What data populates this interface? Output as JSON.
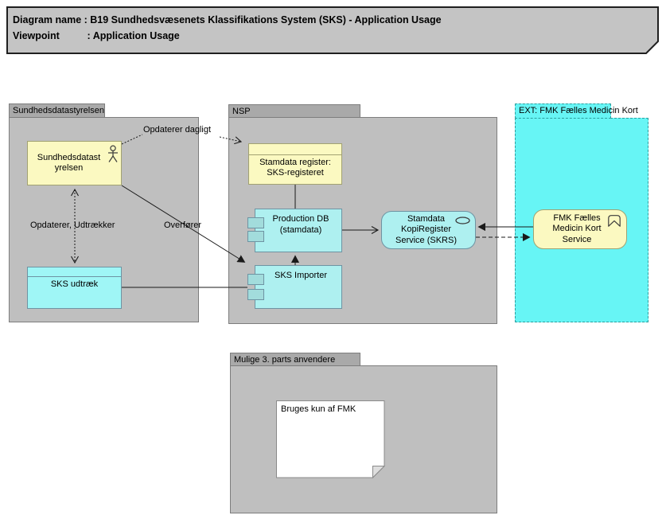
{
  "title_box": {
    "line1": "Diagram name : B19 Sundhedsvæsenets Klassifikations System (SKS) - Application Usage",
    "line2": "Viewpoint          : Application Usage"
  },
  "groups": {
    "sundhedsdatastyrelsen": {
      "label": "Sundhedsdatastyrelsen"
    },
    "nsp": {
      "label": "NSP"
    },
    "ext_fmk": {
      "label": "EXT: FMK Fælles Medicin Kort"
    },
    "mulige_3_parts": {
      "label": "Mulige 3. parts anvendere"
    }
  },
  "nodes": {
    "sundhedsdatastyrelsen_actor": {
      "label": "Sundhedsdatast yrelsen",
      "icon": "actor-icon"
    },
    "sks_udtraek": {
      "label": "SKS udtræk"
    },
    "stamdata_register": {
      "label": "Stamdata register: SKS-registeret"
    },
    "production_db": {
      "label": "Production DB (stamdata)",
      "icon": "component-icon"
    },
    "sks_importer": {
      "label": "SKS Importer",
      "icon": "component-icon"
    },
    "skrs_service": {
      "label": "Stamdata KopiRegister Service (SKRS)",
      "icon": "service-ellipse-icon"
    },
    "fmk_service": {
      "label": "FMK Fælles Medicin Kort Service",
      "icon": "banner-chevron-icon"
    }
  },
  "note": {
    "text": "Bruges kun af FMK"
  },
  "connection_labels": {
    "opdaterer_dagligt": "Opdaterer dagligt",
    "opdaterer_udtraekker": "Opdaterer, Udtrækker",
    "overfoerer": "Overfører"
  },
  "colors": {
    "title_fill": "#c4c4c4",
    "group_fill": "#bfbfbf",
    "group_tab_fill": "#a9a9a9",
    "group_border": "#7d7d7d",
    "yellow_fill": "#fbf9c1",
    "yellow_border": "#a2a272",
    "cyan_fill": "#aef0f0",
    "cyan_bright_fill": "#9ff6f6",
    "cyan_border": "#6e94a3",
    "ext_fill": "#67f5f5",
    "ext_border": "#2e9e9e",
    "note_fill": "#ffffff",
    "connector": "#1a1a1a"
  }
}
